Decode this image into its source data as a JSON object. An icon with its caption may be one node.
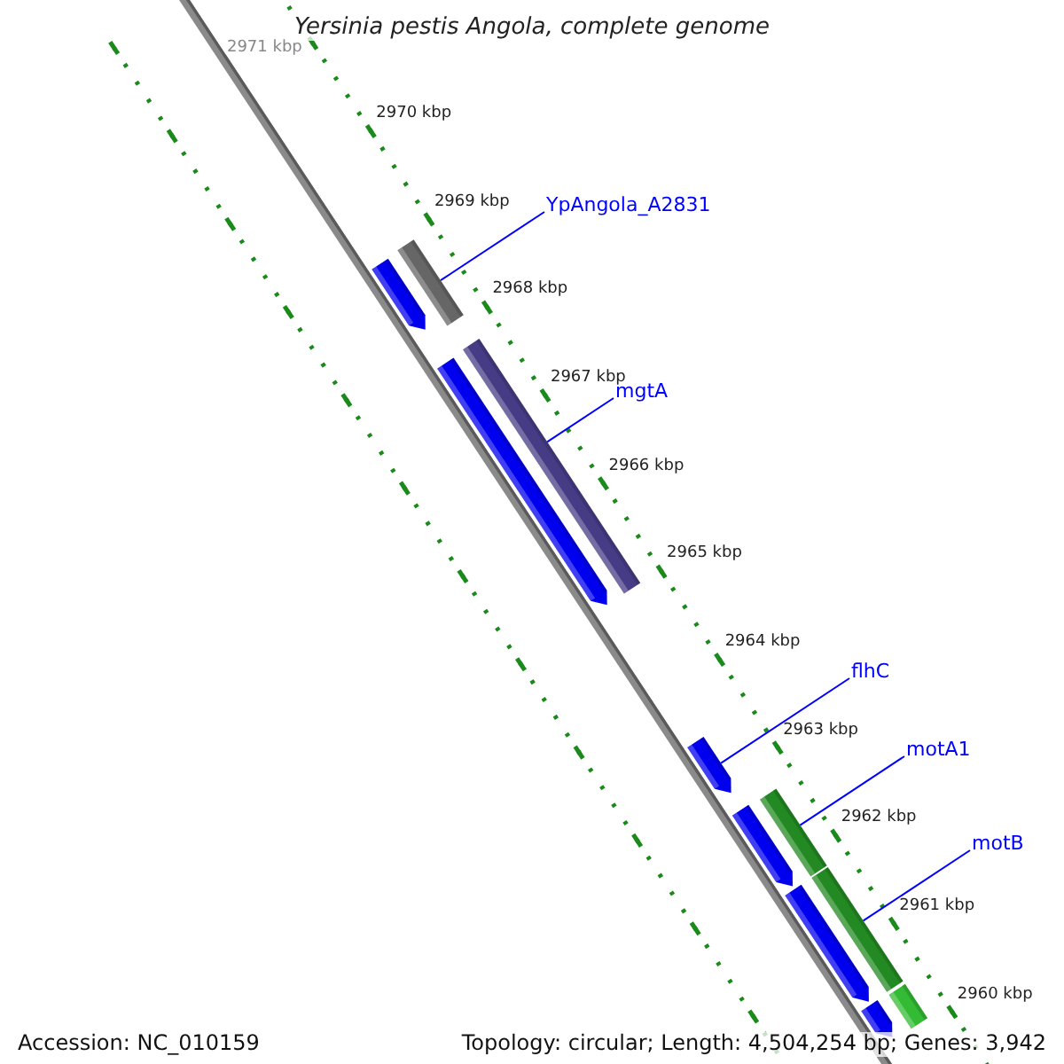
{
  "diagram": {
    "title": "Yersinia pestis Angola, complete genome",
    "nodes": [
      {
        "text": [
          "YpAngola_A2831"
        ]
      },
      {
        "text": [],
        "shape": "bar"
      },
      {
        "text": [
          "mgtA"
        ]
      },
      {
        "text": [],
        "shape": "bar"
      },
      {
        "text": [
          "flhC"
        ]
      },
      {
        "text": [],
        "shape": "bar"
      },
      {
        "text": [
          "motA1"
        ]
      },
      {
        "text": [],
        "shape": "bar"
      },
      {
        "text": [
          "motB"
        ]
      },
      {
        "text": [],
        "shape": "bar"
      },
      {
        "text": [],
        "shape": "bar"
      },
      {
        "text": [],
        "shape": "bar"
      },
      {
        "text": [],
        "shape": "bar"
      },
      {
        "text": [],
        "shape": "bar"
      },
      {
        "text": [],
        "shape": "bar"
      },
      {
        "text": [],
        "shape": "bar"
      }
    ],
    "edges": [
      {
        "from": 0,
        "to": 1,
        "arrow": "none"
      },
      {
        "from": 2,
        "to": 3,
        "arrow": "none"
      },
      {
        "from": 4,
        "to": 5,
        "arrow": "none"
      },
      {
        "from": 6,
        "to": 7,
        "arrow": "none"
      },
      {
        "from": 8,
        "to": 9,
        "arrow": "none"
      }
    ],
    "labels": [
      "2971 kbp",
      "2970 kbp",
      "2969 kbp",
      "2968 kbp",
      "2967 kbp",
      "2966 kbp",
      "2965 kbp",
      "2964 kbp",
      "2963 kbp",
      "2962 kbp",
      "2961 kbp",
      "2960 kbp",
      "Accession: NC_010159",
      "Topology: circular; Length: 4,504,254 bp; Genes: 3,942"
    ]
  }
}
